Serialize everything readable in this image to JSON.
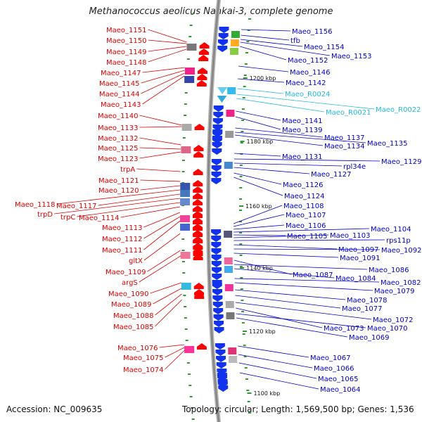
{
  "title": "Methanococcus aeolicus Nankai-3, complete genome",
  "accession_text": "Accession: NC_009635",
  "topology_text": "Topology: circular; Length: 1,569,500 bp; Genes: 1,536",
  "colors": {
    "left_labels": "#dd0000",
    "right_labels": "#0000cc",
    "rna_labels": "#22bbdd",
    "tick": "#339933",
    "backbone": "#888888"
  },
  "kbp_markers": [
    "1200 kbp",
    "1180 kbp",
    "1160 kbp",
    "1140 kbp",
    "1120 kbp",
    "1100 kbp"
  ],
  "left_labels": [
    "Maeo_1151",
    "Maeo_1150",
    "Maeo_1149",
    "Maeo_1148",
    "Maeo_1147",
    "Maeo_1145",
    "Maeo_1144",
    "Maeo_1143",
    "Maeo_1140",
    "Maeo_1133",
    "Maeo_1132",
    "Maeo_1125",
    "Maeo_1123",
    "trpA",
    "Maeo_1121",
    "Maeo_1120",
    "Maeo_1118",
    "Maeo_1117",
    "trpD",
    "trpC",
    "Maeo_1114",
    "Maeo_1113",
    "Maeo_1112",
    "Maeo_1111",
    "gltX",
    "Maeo_1109",
    "argS",
    "Maeo_1090",
    "Maeo_1089",
    "Maeo_1088",
    "Maeo_1085",
    "Maeo_1076",
    "Maeo_1075",
    "Maeo_1074"
  ],
  "right_labels": [
    "Maeo_1156",
    "tfb",
    "Maeo_1154",
    "Maeo_1153",
    "Maeo_1152",
    "Maeo_1146",
    "Maeo_1142",
    "Maeo_R0024",
    "Maeo_R0022",
    "Maeo_R0021",
    "Maeo_1141",
    "Maeo_1139",
    "Maeo_1137",
    "Maeo_1135",
    "Maeo_1134",
    "Maeo_1131",
    "Maeo_1129",
    "rpl34e",
    "Maeo_1127",
    "Maeo_1126",
    "Maeo_1124",
    "Maeo_1108",
    "Maeo_1107",
    "Maeo_1106",
    "Maeo_1104",
    "Maeo_1105",
    "Maeo_1103",
    "rps11p",
    "Maeo_1097",
    "Maeo_1092",
    "Maeo_1091",
    "Maeo_1087",
    "Maeo_1086",
    "Maeo_1084",
    "Maeo_1082",
    "Maeo_1079",
    "Maeo_1078",
    "Maeo_1077",
    "Maeo_1072",
    "Maeo_1073",
    "Maeo_1070",
    "Maeo_1069",
    "Maeo_1067",
    "Maeo_1066",
    "Maeo_1065",
    "Maeo_1064"
  ]
}
